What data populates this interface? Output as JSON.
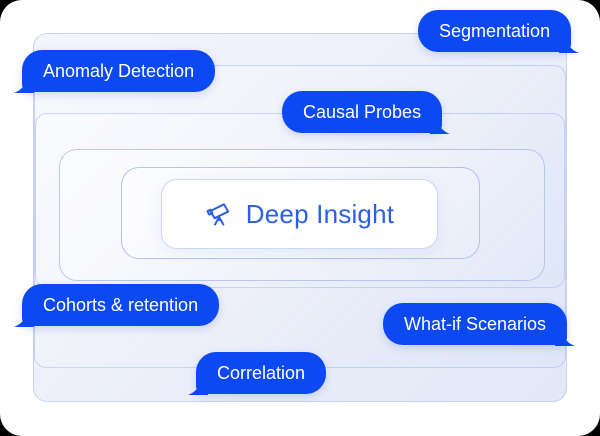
{
  "illustration": {
    "center_card": {
      "label": "Deep Insight",
      "icon": "telescope-icon"
    },
    "bubbles": [
      {
        "label": "Segmentation",
        "tail": "right"
      },
      {
        "label": "Anomaly Detection",
        "tail": "left"
      },
      {
        "label": "Causal Probes",
        "tail": "right"
      },
      {
        "label": "Cohorts & retention",
        "tail": "left"
      },
      {
        "label": "What-if Scenarios",
        "tail": "right"
      },
      {
        "label": "Correlation",
        "tail": "left"
      }
    ],
    "colors": {
      "bubble_blue": "#0C49F2",
      "insight_text_blue": "#2E5FE3",
      "panel_border": "#A4B9EB",
      "panel_fill_light": "#F3F5FC",
      "panel_fill_dark": "#E2E8F7",
      "card_background": "#FFFFFF"
    }
  }
}
